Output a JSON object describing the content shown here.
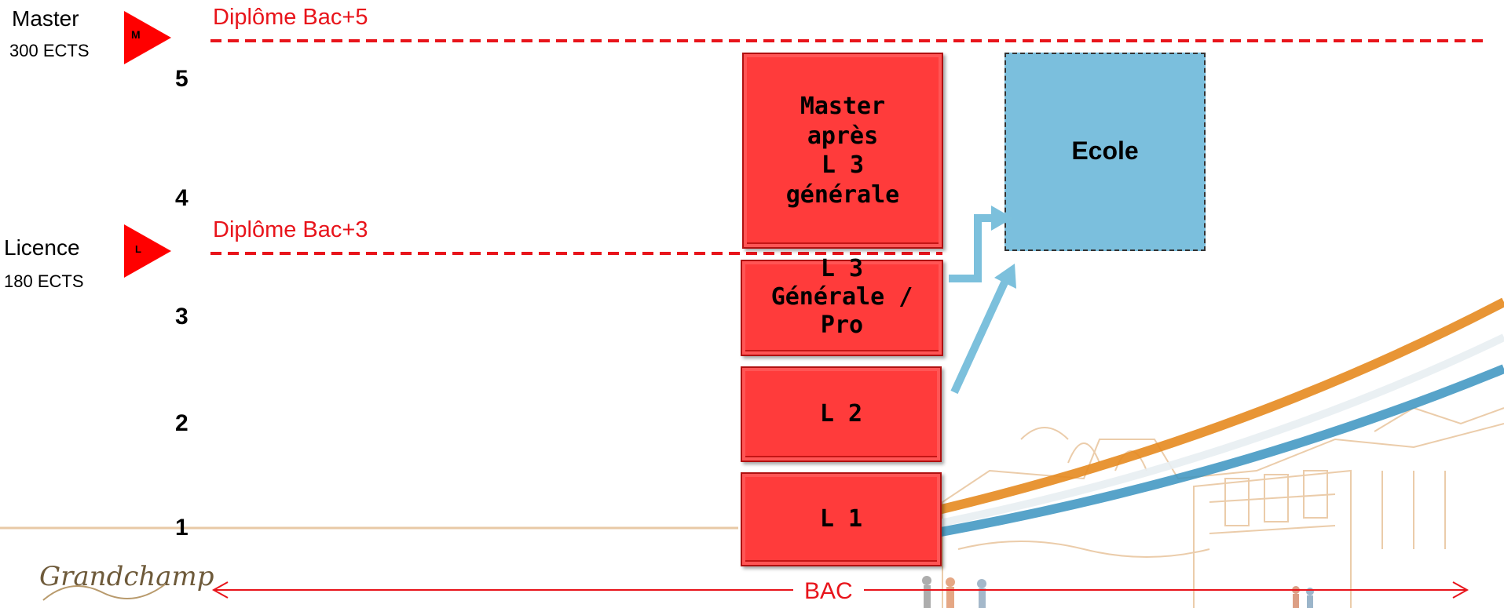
{
  "levels": {
    "master": {
      "name": "Master",
      "ects": "300 ECTS",
      "badge": "M",
      "diploma": "Diplôme Bac+5"
    },
    "licence": {
      "name": "Licence",
      "ects": "180 ECTS",
      "badge": "L",
      "diploma": "Diplôme Bac+3"
    }
  },
  "years": [
    "5",
    "4",
    "3",
    "2",
    "1"
  ],
  "blocks": {
    "master": "Master après L 3 générale",
    "l3": "L 3 Générale / Pro",
    "l2": "L 2",
    "l1": "L 1"
  },
  "ecole": "Ecole",
  "bac": "BAC",
  "logo": "Grandchamp",
  "colors": {
    "red": "#e8141b",
    "block": "#ff3b3b",
    "ecole": "#7bbfdd",
    "arrow": "#7cc0dc"
  }
}
